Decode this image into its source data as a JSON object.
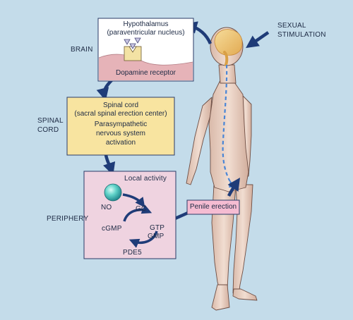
{
  "labels": {
    "brain": "BRAIN",
    "spinal": "SPINAL",
    "cord": "CORD",
    "periphery": "PERIPHERY",
    "sexual": "SEXUAL",
    "stimulation": "STIMULATION"
  },
  "hypothalamus": {
    "title": "Hypothalamus",
    "subtitle": "(paraventricular nucleus)",
    "receptor_label": "Dopamine receptor"
  },
  "spinal_box": {
    "lines": [
      "Spinal cord",
      "(sacral spinal erection center)",
      "Parasympathetic",
      "nervous system",
      "activation"
    ]
  },
  "periphery_box": {
    "local_activity": "Local activity",
    "no": "NO",
    "gc": "GC",
    "cgmp": "cGMP",
    "gtp": "GTP",
    "gmp": "GMP",
    "pde5": "PDE5"
  },
  "erection_label": "Penile erection",
  "colors": {
    "background": "#c4dcea",
    "arrow": "#1f3c78",
    "spinal_box": "#f8e4a0",
    "periphery_box": "#efd3e0",
    "erection_box": "#f5bcd2",
    "dashed_path": "#4a86d6"
  }
}
